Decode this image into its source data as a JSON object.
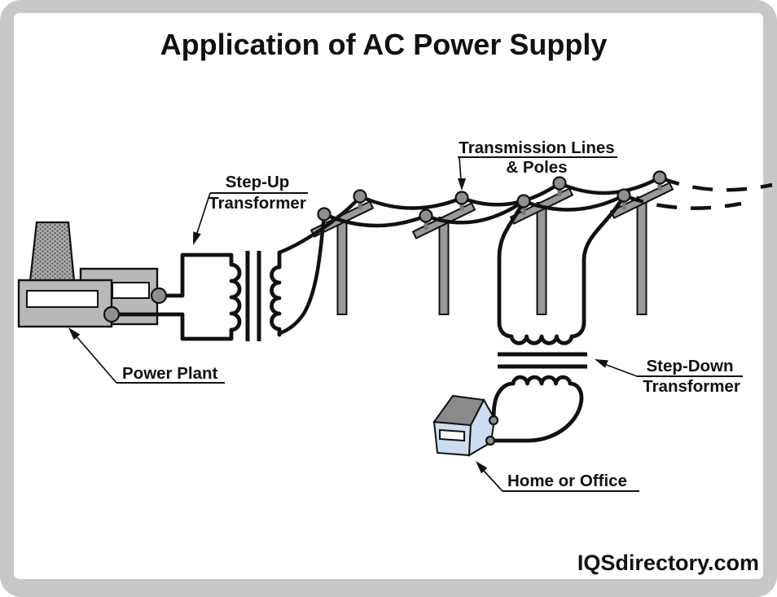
{
  "title": "Application of AC Power Supply",
  "watermark": "IQSdirectory.com",
  "labels": {
    "power_plant": "Power Plant",
    "step_up": {
      "line1": "Step-Up",
      "line2": "Transformer"
    },
    "transmission": {
      "line1": "Transmission Lines",
      "line2": "& Poles"
    },
    "step_down": {
      "line1": "Step-Down",
      "line2": "Transformer"
    },
    "home": "Home or Office"
  },
  "diagram": {
    "components": [
      "Power Plant",
      "Step-Up Transformer",
      "Transmission Lines & Poles",
      "Step-Down Transformer",
      "Home or Office"
    ],
    "pole_count": 4,
    "wire_style_right_edge": "dashed (lines continue)"
  },
  "colors": {
    "frame_gray": "#c5c7c9",
    "building_gray": "#b8b8b8",
    "pole_gray": "#9a9a9a",
    "knob_gray": "#8f8f8f",
    "roof_gray": "#8a8a8a",
    "house_blue": "#cddcee",
    "line_black": "#111111",
    "background": "#ffffff"
  }
}
